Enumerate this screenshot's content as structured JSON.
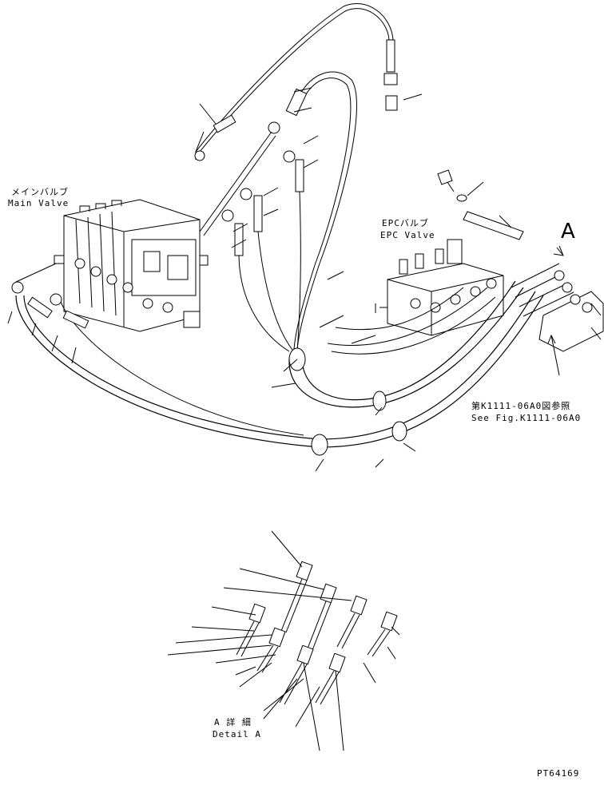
{
  "labels": {
    "main_valve_jp": "メインバルブ",
    "main_valve_en": "Main Valve",
    "epc_valve_jp": "EPCバルブ",
    "epc_valve_en": "EPC Valve",
    "view_marker": "A",
    "ref_jp": "第K1111-06A0図参照",
    "ref_en": "See Fig.K1111-06A0",
    "detail_jp": "A 詳 細",
    "detail_en": "Detail A",
    "drawing_no": "PT64169"
  }
}
